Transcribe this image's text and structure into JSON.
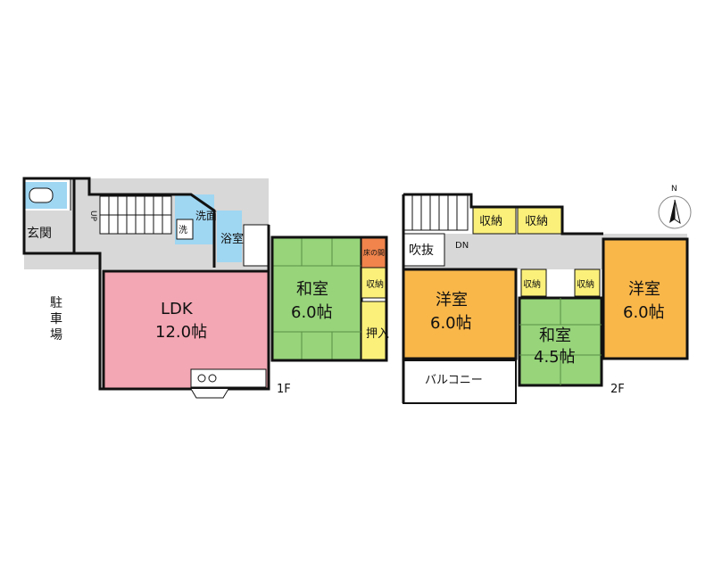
{
  "floor1": {
    "label": "1F",
    "rooms": {
      "genkan": "玄関",
      "senmen": "洗面",
      "sen": "洗",
      "yokushitsu": "浴室",
      "ldk_name": "LDK",
      "ldk_size": "12.0帖",
      "washitsu_name": "和室",
      "washitsu_size": "6.0帖",
      "tokonoma": "床の間",
      "shuno": "収納",
      "oshiire": "押入"
    },
    "up": "UP",
    "parking": "駐車場"
  },
  "floor2": {
    "label": "2F",
    "rooms": {
      "fukinuke": "吹抜",
      "shuno_a": "収納",
      "shuno_b": "収納",
      "shuno_c": "収納",
      "shuno_d": "収納",
      "yoshitsu1_name": "洋室",
      "yoshitsu1_size": "6.0帖",
      "washitsu_name": "和室",
      "washitsu_size": "4.5帖",
      "yoshitsu2_name": "洋室",
      "yoshitsu2_size": "6.0帖",
      "balcony": "バルコニー"
    },
    "dn": "DN"
  },
  "compass": {
    "north": "N"
  },
  "colors": {
    "ldk": "#f3a6b3",
    "washitsu": "#97d47a",
    "yoshitsu": "#f9b74a",
    "shuno": "#fbf07a",
    "bath": "#9fd6f2",
    "circulation": "#d8d8d8",
    "tokonoma": "#f0844c",
    "wall": "#111111"
  }
}
